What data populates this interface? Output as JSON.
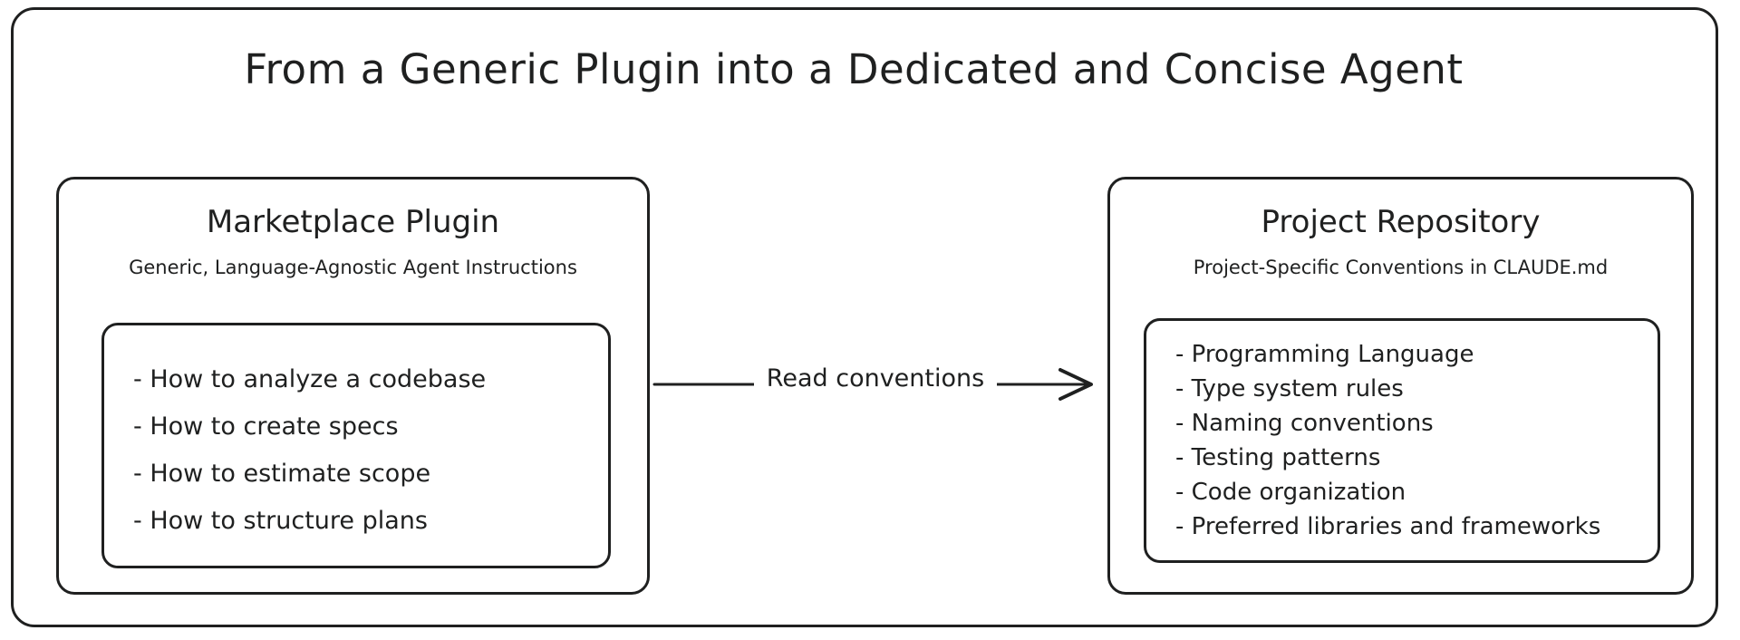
{
  "diagram": {
    "title": "From a Generic Plugin into a Dedicated and Concise Agent",
    "stroke_color": "#1f2020",
    "background_color": "#ffffff"
  },
  "left_subgraph": {
    "title": "Marketplace Plugin",
    "subtitle": "Generic, Language-Agnostic Agent Instructions",
    "items": [
      "- How to analyze a codebase",
      "- How to create specs",
      "- How to estimate scope",
      "- How to structure plans"
    ]
  },
  "right_subgraph": {
    "title": "Project Repository",
    "subtitle": "Project-Specific Conventions in CLAUDE.md",
    "items": [
      "- Programming Language",
      "- Type system rules",
      "- Naming conventions",
      "- Testing patterns",
      "- Code organization",
      "- Preferred libraries and frameworks"
    ]
  },
  "edge": {
    "label": "Read conventions",
    "direction": "left-to-right",
    "arrowhead": "open"
  }
}
